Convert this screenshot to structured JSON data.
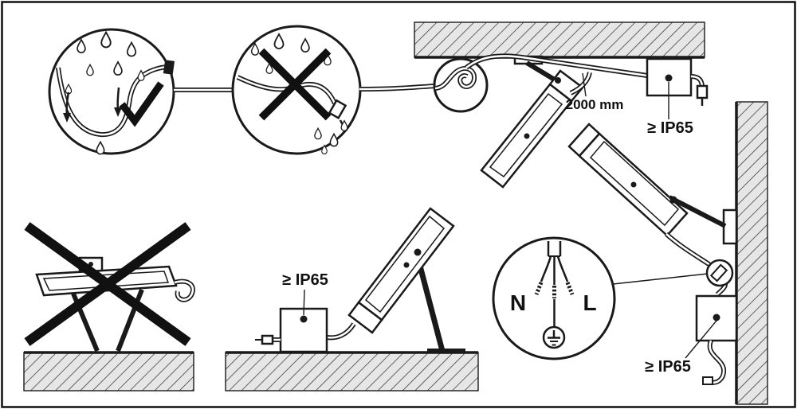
{
  "labels": {
    "cable_length": "2000 mm",
    "ip_rating_ceiling": "≥ IP65",
    "ip_rating_ground": "≥ IP65",
    "ip_rating_wall": "≥ IP65",
    "terminal_neutral": "N",
    "terminal_live": "L"
  },
  "icons": [
    "drip-loop-correct-icon",
    "checkmark-icon",
    "water-drop-icon",
    "no-drip-loop-cross-icon",
    "drip-loop-hook-magnifier-icon",
    "ceiling-hatch-icon",
    "wall-hatch-icon",
    "ground-hatch-icon",
    "junction-box-icon",
    "floodlight-icon",
    "prohibited-flat-mount-cross-icon",
    "wiring-terminal-detail-icon",
    "earth-ground-symbol-icon",
    "cable-gland-magnifier-icon"
  ],
  "colors": {
    "line": "#1a1a1a",
    "hatch_fill": "#e6e6e6",
    "background": "#ffffff"
  }
}
